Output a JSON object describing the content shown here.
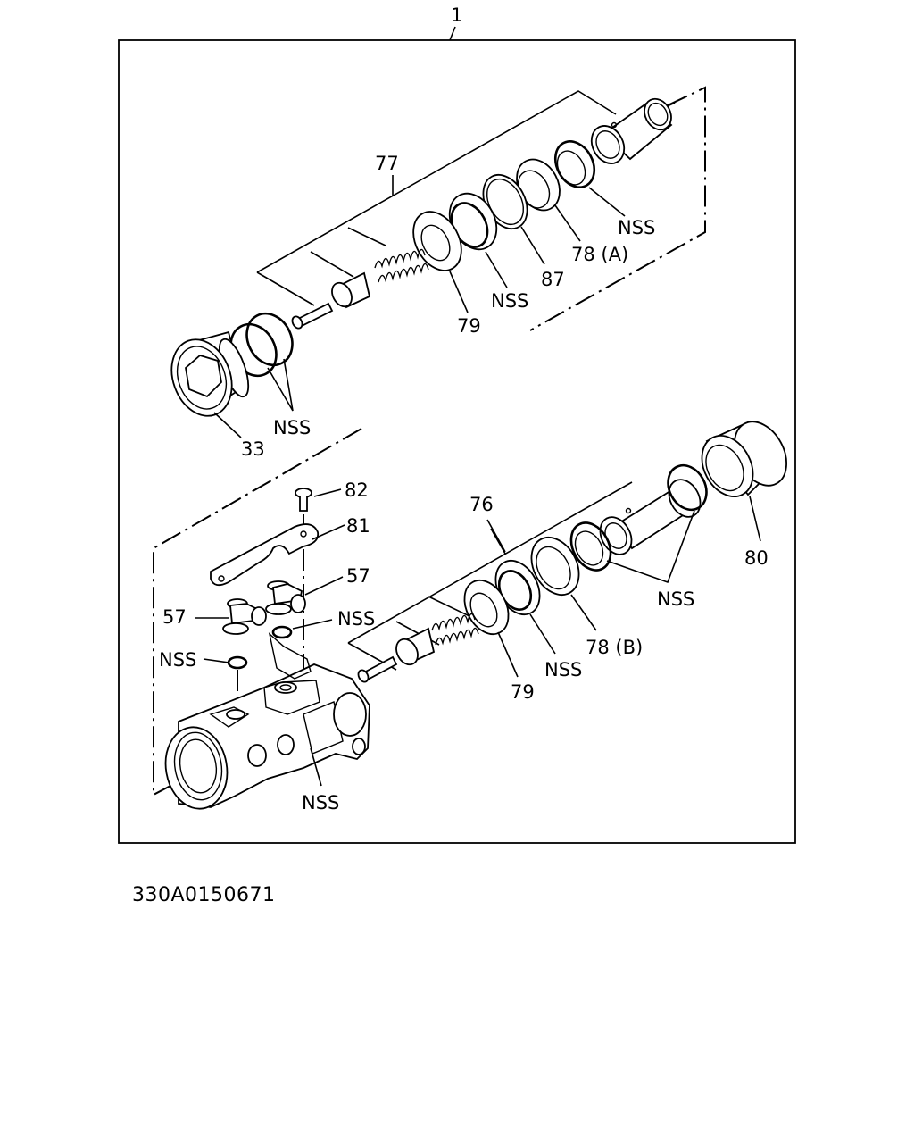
{
  "diagram": {
    "assembly_label": "1",
    "labels": {
      "part_77": "77",
      "part_78a": "78 (A)",
      "part_87": "87",
      "part_79_upper": "79",
      "part_33": "33",
      "part_82": "82",
      "part_81": "81",
      "part_57_right": "57",
      "part_57_left": "57",
      "part_76": "76",
      "part_80": "80",
      "part_78b": "78 (B)",
      "part_79_lower": "79",
      "nss_upper_right": "NSS",
      "nss_upper_middle": "NSS",
      "nss_plug": "NSS",
      "nss_oring_right": "NSS",
      "nss_oring_left": "NSS",
      "nss_lower_middle": "NSS",
      "nss_lower_right": "NSS",
      "nss_body": "NSS"
    }
  },
  "footer": {
    "drawing_number": "330A0150671"
  }
}
